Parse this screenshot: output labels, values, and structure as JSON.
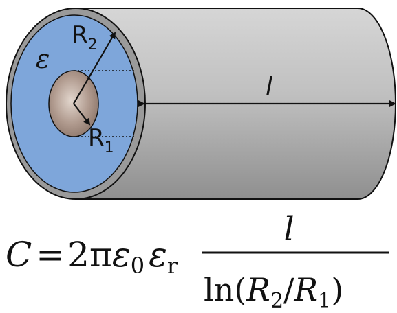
{
  "diagram": {
    "outer_radius_label": "R",
    "outer_radius_sub": "2",
    "inner_radius_label": "R",
    "inner_radius_sub": "1",
    "dielectric_label": "ε",
    "length_label": "l",
    "colors": {
      "dielectric": "#7EA6DA",
      "shell": "#BDBDBD",
      "rim": "#9A9A9A",
      "core": "#B09A8E",
      "outline": "#111111"
    }
  },
  "formula": {
    "lhs": "C",
    "equals": "=",
    "coefficient": "2π",
    "eps0_symbol": "ε",
    "eps0_sub": "0",
    "epsr_symbol": "ε",
    "epsr_sub": "r",
    "numerator": "l",
    "den_ln": "ln(",
    "den_r2": "R",
    "den_r2_sub": "2",
    "den_slash": "/",
    "den_r1": "R",
    "den_r1_sub": "1",
    "den_close": ")"
  }
}
